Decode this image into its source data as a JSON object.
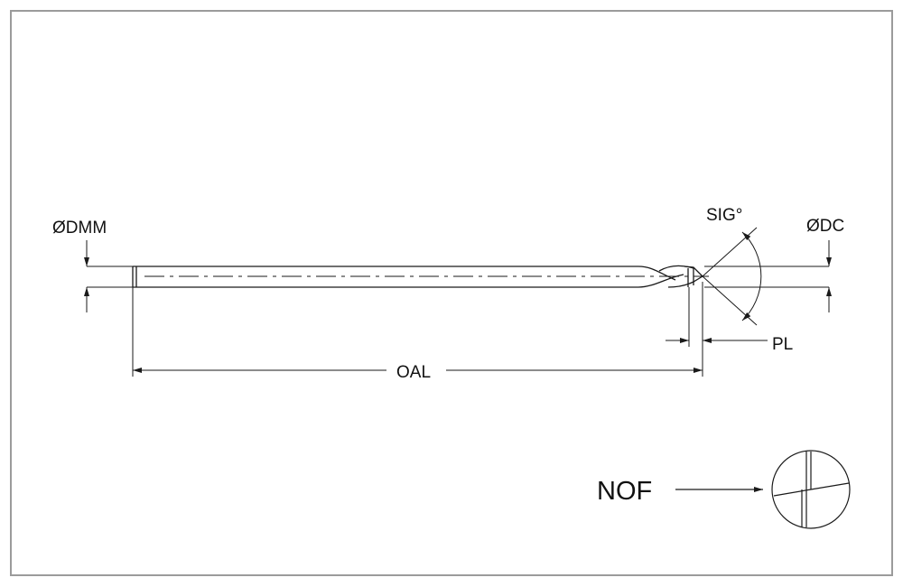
{
  "labels": {
    "dmm": "ØDMM",
    "dc": "ØDC",
    "sig": "SIG°",
    "pl": "PL",
    "oal": "OAL",
    "nof": "NOF"
  },
  "colors": {
    "frame": "#9b9b9b",
    "line": "#1a1a1a",
    "background": "#ffffff"
  }
}
